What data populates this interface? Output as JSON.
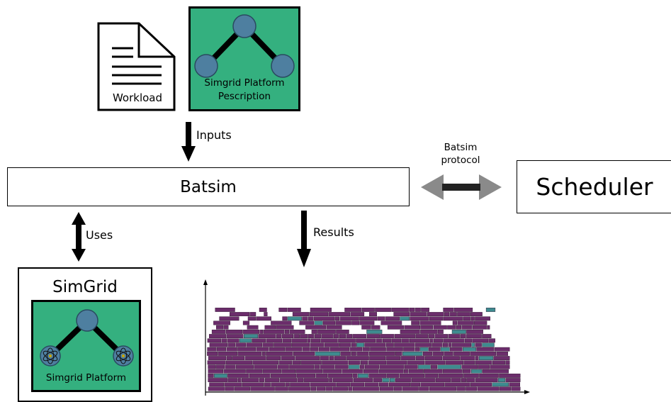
{
  "inputs": {
    "workload_label": "Workload",
    "platform_line1": "Simgrid Platform",
    "platform_line2": "Pescription",
    "arrow_label": "Inputs"
  },
  "batsim": {
    "label": "Batsim"
  },
  "protocol": {
    "line1": "Batsim",
    "line2": "protocol"
  },
  "scheduler": {
    "label": "Scheduler"
  },
  "uses": {
    "label": "Uses"
  },
  "results": {
    "label": "Results"
  },
  "simgrid": {
    "title": "SimGrid",
    "platform_label": "Simgrid Platform"
  },
  "colors": {
    "platform_green": "#34b07f",
    "node_blue": "#4e7fa0",
    "job_purple": "#6b2d6b",
    "job_teal": "#3e8b8f",
    "protocol_gray": "#8a8a8a"
  },
  "gantt": {
    "jobs_depicted": "many",
    "colors": [
      "#6b2d6b",
      "#3e8b8f"
    ]
  }
}
